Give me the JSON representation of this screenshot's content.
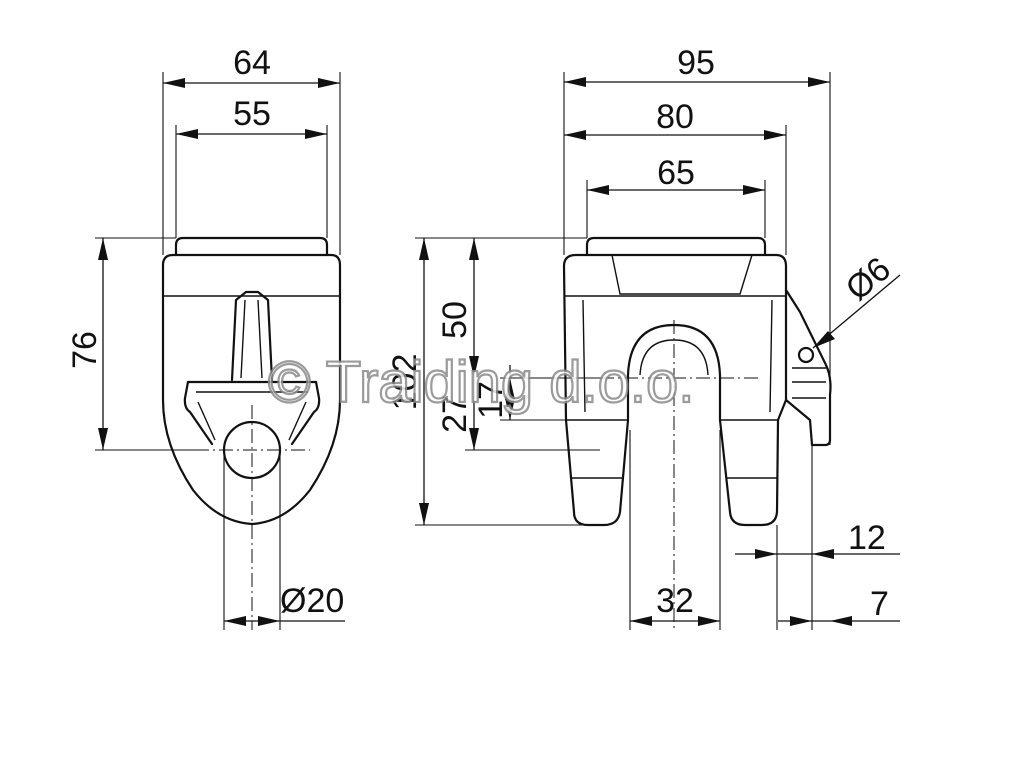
{
  "dimensions": {
    "front_width_outer": "64",
    "front_width_inner": "55",
    "front_height": "76",
    "front_bore": "Ø20",
    "side_width_total": "95",
    "side_width_body": "80",
    "side_width_top": "65",
    "side_height_total": "102",
    "side_height_50": "50",
    "side_height_27": "27",
    "side_height_17": "17",
    "side_slot_width": "32",
    "side_pin_hole": "Ø6",
    "side_offset_12": "12",
    "side_offset_7": "7"
  },
  "watermark": "© Traiding d.o.o."
}
